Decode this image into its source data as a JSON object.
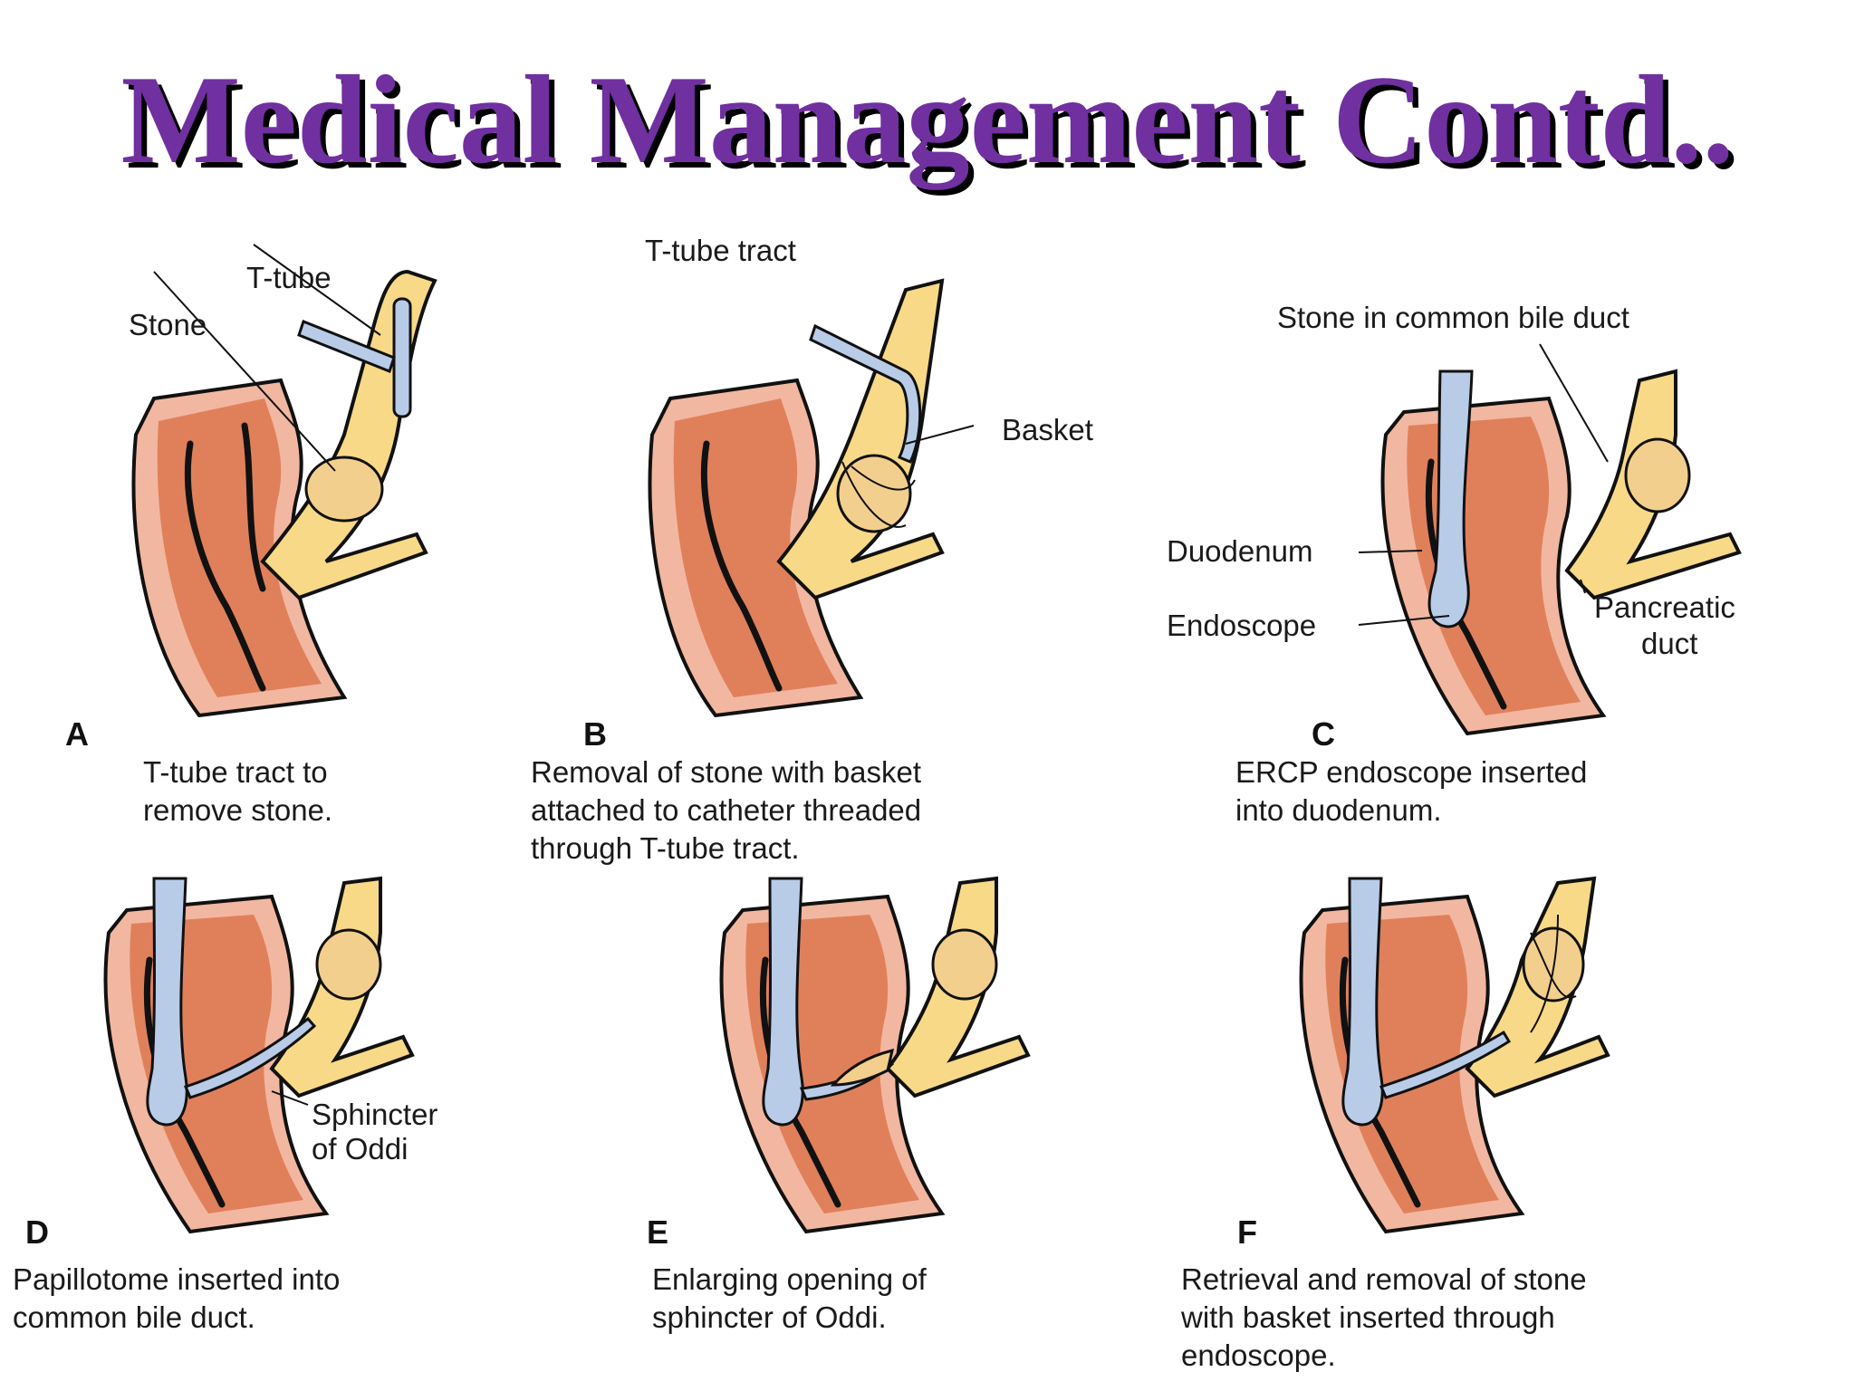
{
  "title": "Medical Management Contd..",
  "colors": {
    "title": "#7030a0",
    "duodenum_wall": "#f2b7a0",
    "duodenum_lumen": "#e0805b",
    "duct": "#f7d987",
    "stone": "#f3cf8e",
    "scope": "#b8cce8"
  },
  "panels": [
    {
      "letter": "A",
      "labels": [
        "T-tube",
        "Stone"
      ],
      "caption": [
        "T-tube tract to",
        "remove stone."
      ]
    },
    {
      "letter": "B",
      "labels": [
        "T-tube tract",
        "Basket"
      ],
      "caption": [
        "Removal of stone with basket",
        "attached to catheter threaded",
        "through T-tube tract."
      ]
    },
    {
      "letter": "C",
      "labels": [
        "Stone in common bile duct",
        "Duodenum",
        "Endoscope",
        "Pancreatic",
        "duct"
      ],
      "caption": [
        "ERCP endoscope inserted",
        "into duodenum."
      ]
    },
    {
      "letter": "D",
      "labels": [
        "Sphincter",
        "of Oddi"
      ],
      "caption": [
        "Papillotome inserted into",
        "common bile duct."
      ]
    },
    {
      "letter": "E",
      "labels": [],
      "caption": [
        "Enlarging opening of",
        "sphincter of Oddi."
      ]
    },
    {
      "letter": "F",
      "labels": [],
      "caption": [
        "Retrieval and removal of stone",
        "with basket inserted through",
        "endoscope."
      ]
    }
  ]
}
